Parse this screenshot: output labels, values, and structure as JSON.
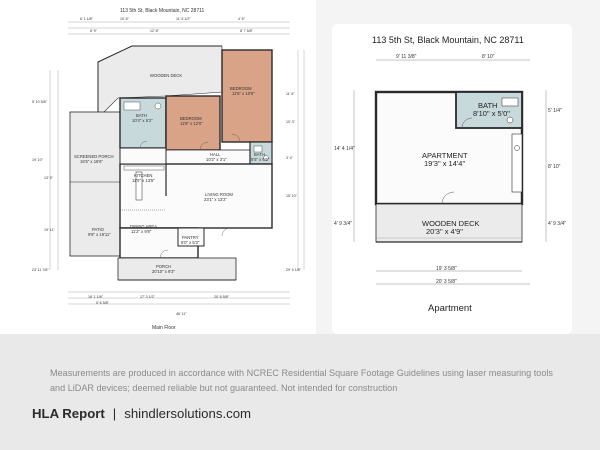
{
  "main_plan": {
    "address": "113 5th St, Black Mountain, NC 28711",
    "caption": "Main Floor",
    "top_dims": [
      "6' 1 1/8\"",
      "10' 6\"",
      "11' 5 1/2\"",
      "4' 6\"",
      "6' 9\"",
      "12' 8\"",
      "8' 7 5/8\""
    ],
    "rooms": {
      "wooden_deck": {
        "name": "WOODEN DECK"
      },
      "bedroom1": {
        "name": "BEDROOM",
        "size": "11'5\" x 10'5\""
      },
      "bath1": {
        "name": "BATH",
        "size": "10'4\" x 5'2\""
      },
      "bedroom2": {
        "name": "BEDROOM",
        "size": "11'8\" x 12'0\""
      },
      "hall": {
        "name": "HALL",
        "size": "10'2\" x 3'1\""
      },
      "bath2": {
        "name": "BATH",
        "size": "8'5\" x 6'6\""
      },
      "screened_porch": {
        "name": "SCREENED PORCH",
        "size": "16'5\" x 16'6\""
      },
      "kitchen": {
        "name": "KITCHEN",
        "size": "11'5\" x 13'5\""
      },
      "living_room": {
        "name": "LIVING ROOM",
        "size": "23'1\" x 13'2\""
      },
      "patio": {
        "name": "PATIO",
        "size": "9'8\" x 19'11\""
      },
      "dining_area": {
        "name": "DINING AREA",
        "size": "11'2\" x 9'8\""
      },
      "pantry": {
        "name": "PANTRY",
        "size": "5'0\" x 5'3\""
      },
      "porch": {
        "name": "PORCH",
        "size": "20'10\" x 9'3\""
      }
    },
    "left_dims": [
      "5' 10 5/8\"",
      "19' 10\"",
      "13' 5\"",
      "19' 11\"",
      "23' 11 7/8\""
    ],
    "right_dims": [
      "11' 6\"",
      "10' 3\"",
      "3' 4\"",
      "15' 10\"",
      "29' 9 1/8\""
    ],
    "bottom_dims": [
      "16' 1 1/8\"",
      "17' 3 1/2\"",
      "20' 6 5/8\"",
      "5' 6 5/8\"",
      "46' 11\""
    ]
  },
  "apartment_plan": {
    "address": "113 5th St, Black Mountain, NC 28711",
    "caption": "Apartment",
    "top_dims": [
      "9' 11 3/8\"",
      "8' 10\""
    ],
    "left_dims": [
      "14' 4 1/4\"",
      "4' 9 3/4\""
    ],
    "right_dims": [
      "5' 1/4\"",
      "8' 10\"",
      "4' 9 3/4\""
    ],
    "bottom_dims": [
      "19' 3 5/8\"",
      "20' 3 5/8\""
    ],
    "rooms": {
      "bath": {
        "name": "BATH",
        "size": "8'10\" x 5'0\""
      },
      "apartment": {
        "name": "APARTMENT",
        "size": "19'3\" x 14'4\""
      },
      "wooden_deck": {
        "name": "WOODEN DECK",
        "size": "20'3\" x 4'9\""
      }
    }
  },
  "footer": {
    "disclaimer": "Measurements are produced in accordance with NCREC Residential Square Footage Guidelines using laser measuring tools and LiDAR devices; deemed reliable but not guaranteed. Not intended for construction",
    "brand": "HLA Report",
    "separator": "|",
    "website": "shindlersolutions.com"
  },
  "colors": {
    "bedroom_fill": "#d9a388",
    "wet_fill": "#c8d9dc",
    "deck_fill": "#ebebeb",
    "floor_fill": "#fbfbfb",
    "wall": "#2a2a2a"
  }
}
